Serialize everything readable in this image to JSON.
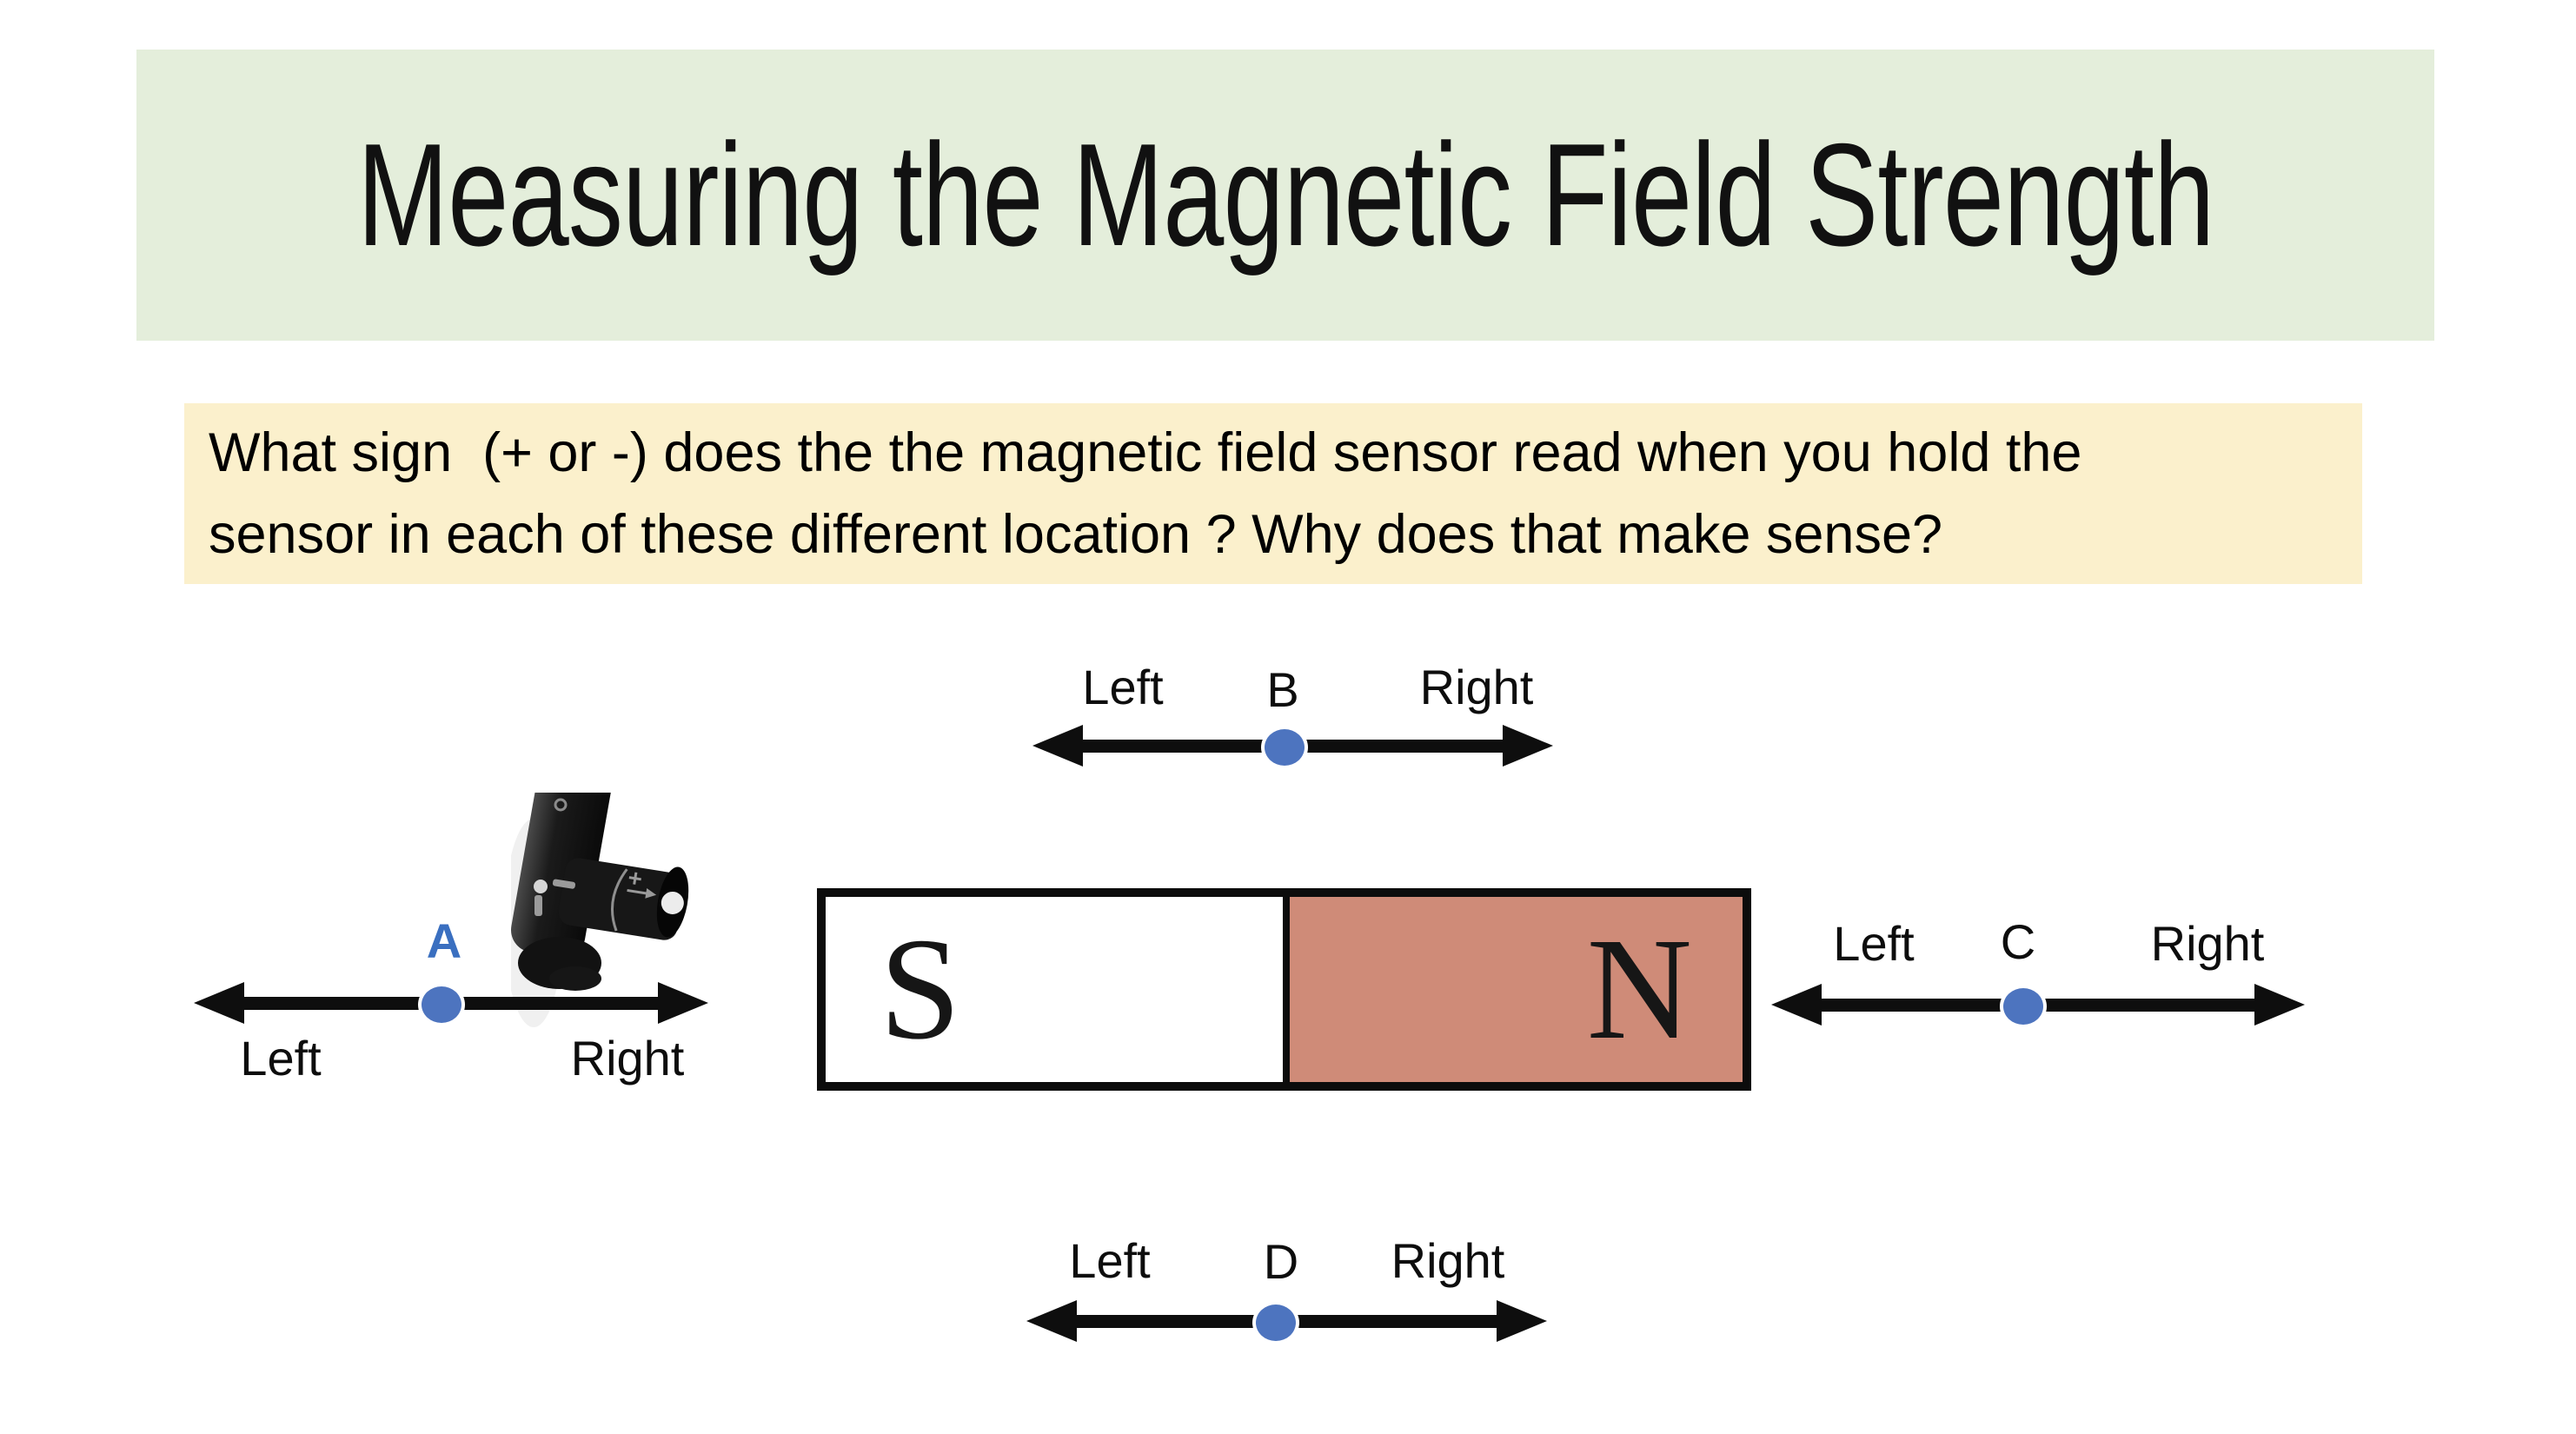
{
  "slide": {
    "title": "Measuring the Magnetic Field Strength"
  },
  "question": {
    "line1": "What sign  (+ or -) does the the magnetic field sensor read when you hold the",
    "line2": "sensor in each of these different location ? Why does that make sense?"
  },
  "magnet": {
    "south_label": "S",
    "north_label": "N"
  },
  "positions": {
    "A": {
      "label": "A",
      "left": "Left",
      "right": "Right"
    },
    "B": {
      "label": "B",
      "left": "Left",
      "right": "Right"
    },
    "C": {
      "label": "C",
      "left": "Left",
      "right": "Right"
    },
    "D": {
      "label": "D",
      "left": "Left",
      "right": "Right"
    }
  },
  "icons": {
    "arrowhead_left": "arrowhead-left-icon",
    "arrowhead_right": "arrowhead-right-icon",
    "position_dot": "position-dot",
    "sensor_photo": "magnetic-field-sensor-image"
  },
  "colors": {
    "banner_green": "#e4eedb",
    "question_yellow": "#fbf0cc",
    "magnet_north_salmon": "#cf8b78",
    "magnet_south_white": "#ffffff",
    "dot_blue": "#4d74bf",
    "label_a_blue": "#3a6fc0",
    "arrow_black": "#0e0e0e"
  }
}
